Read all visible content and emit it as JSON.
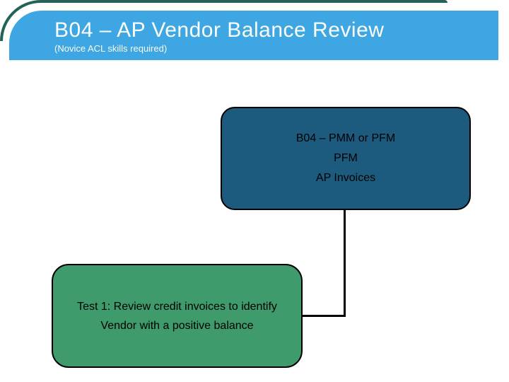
{
  "slide": {
    "header": {
      "title": "B04 – AP Vendor Balance Review",
      "subtitle": "(Novice ACL skills required)",
      "bar_color": "#3ea7e3",
      "accent_color": "#226258",
      "text_color": "#ffffff"
    },
    "flowchart": {
      "source_box": {
        "lines": [
          "B04 – PMM or PFM",
          "PFM",
          "AP Invoices"
        ],
        "fill": "#1d5b7e",
        "border_color": "#000000",
        "text_color": "#000000"
      },
      "test_box": {
        "lines": [
          "Test 1: Review credit invoices to identify",
          "Vendor with a positive balance"
        ],
        "fill": "#3f9b6b",
        "border_color": "#000000",
        "text_color": "#000000"
      },
      "connector_color": "#000000"
    }
  }
}
